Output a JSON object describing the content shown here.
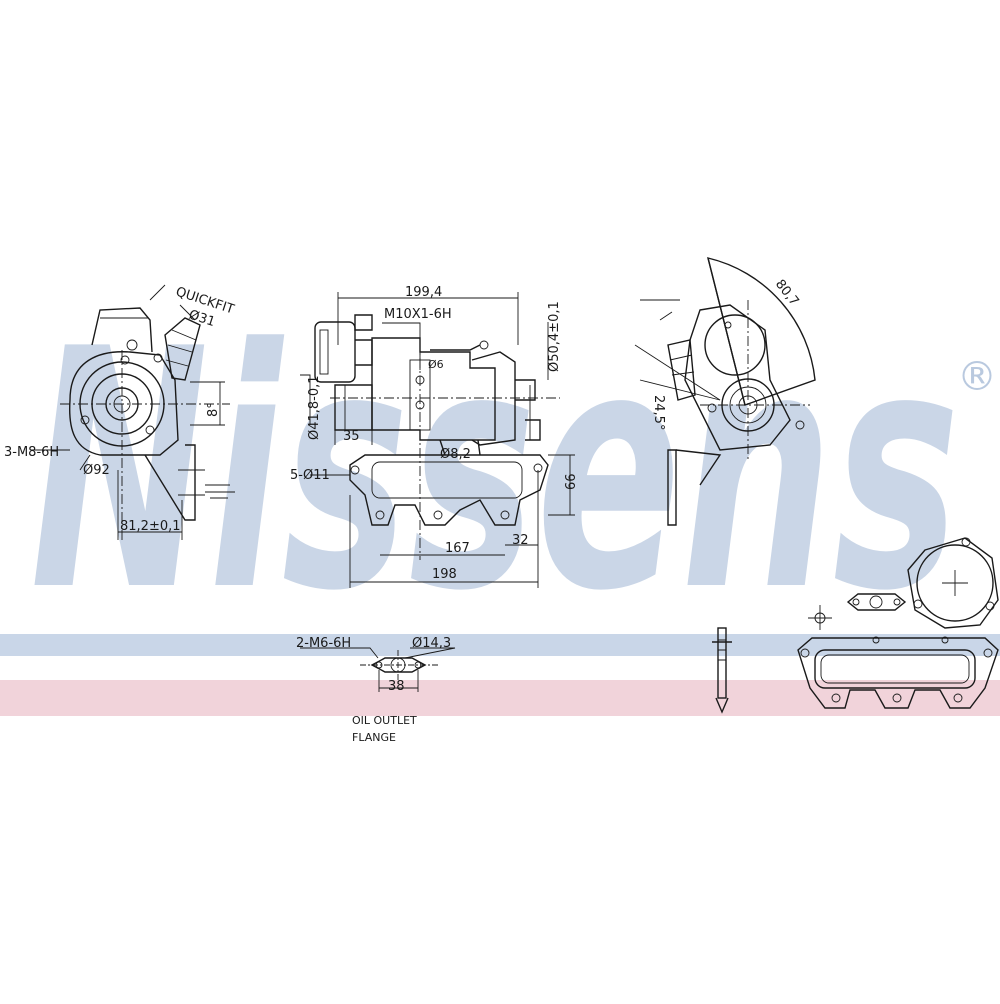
{
  "watermark": {
    "text": "Nissens",
    "registered": "®",
    "color": "#b9c9df",
    "band_top_color": "#c9d6e8",
    "band_bottom_color": "#f1d3da"
  },
  "labels": {
    "quickfit": "QUICKFIT",
    "dia31": "Ø31",
    "m8": "3-M8-6H",
    "dia92": "Ø92",
    "dim81_2": "81,2±0,1",
    "dim8": "8°",
    "dim199_4": "199,4",
    "m10": "M10X1-6H",
    "dia_small": "Ø6",
    "dia41_8": "Ø41,8-0,1",
    "dim35": "35",
    "dia50_4": "Ø50,4±0,1",
    "dia8_2": "Ø8,2",
    "m11": "5-Ø11",
    "dim66": "66",
    "dim167": "167",
    "dim32": "32",
    "dim198": "198",
    "dim80_7": "80,7",
    "dim24_5": "24,5°",
    "m6": "2-M6-6H",
    "dia14_3": "Ø14,3",
    "dim38": "38",
    "oil_outlet": "OIL OUTLET",
    "flange": "FLANGE"
  }
}
